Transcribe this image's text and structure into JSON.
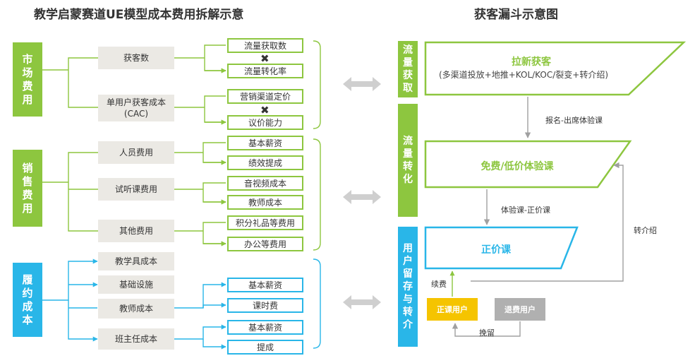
{
  "left_title": "教学启蒙赛道UE模型成本费用拆解示意",
  "right_title": "获客漏斗示意图",
  "colors": {
    "green": "#8dc63f",
    "blue": "#29b6e8",
    "gray": "#ebe9e4",
    "yellow": "#f5c400",
    "arrow": "#a0a0a0"
  },
  "categories": [
    {
      "label": "市场费用",
      "color": "#8dc63f"
    },
    {
      "label": "销售费用",
      "color": "#8dc63f"
    },
    {
      "label": "履约成本",
      "color": "#29b6e8"
    }
  ],
  "market": {
    "subs": [
      "获客数",
      "单用户获客成本\n(CAC)"
    ],
    "leaves": [
      "流量获取数",
      "流量转化率",
      "营销渠道定价",
      "议价能力"
    ],
    "times": "✖"
  },
  "sales": {
    "subs": [
      "人员费用",
      "试听课费用",
      "其他费用"
    ],
    "leaves": [
      "基本薪资",
      "绩效提成",
      "音视频成本",
      "教师成本",
      "积分礼品等费用",
      "办公等费用"
    ]
  },
  "fulfill": {
    "subs": [
      "教学具成本",
      "基础设施",
      "教师成本",
      "班主任成本"
    ],
    "leaves": [
      "基本薪资",
      "课时费",
      "基本薪资",
      "提成"
    ]
  },
  "funnel": {
    "stages": [
      "流量获取",
      "流量转化",
      "用户留存与转介"
    ],
    "top_title": "拉新获客",
    "top_sub": "(多渠道投放+地推+KOL/KOC/裂变+转介绍)",
    "mid_title": "免费/低价体验课",
    "bottom_title": "正价课",
    "label1": "报名-出席体验课",
    "label2": "体验课-正价课",
    "referral": "转介绍",
    "renew": "续费",
    "paid_user": "正课用户",
    "refund_user": "退费用户",
    "retain": "挽留"
  }
}
